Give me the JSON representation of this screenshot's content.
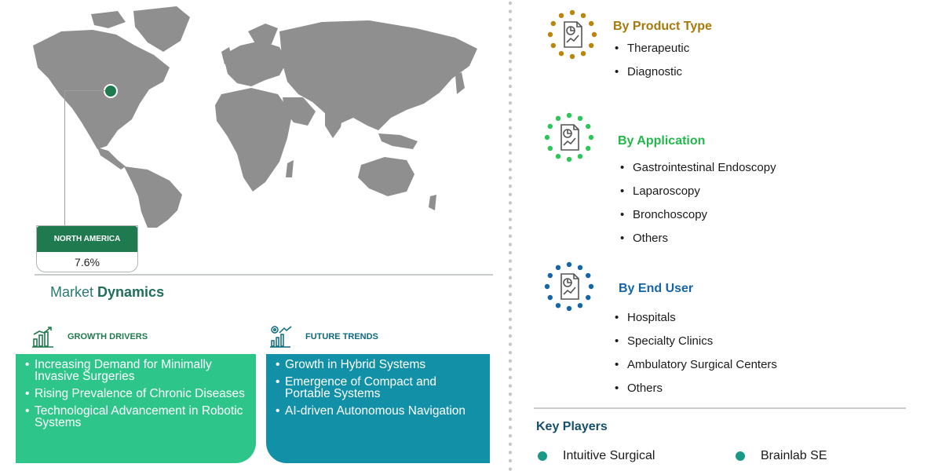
{
  "map": {
    "region": "NORTH AMERICA",
    "value": "7.6%",
    "marker_color": "#1f7a4f"
  },
  "market_dynamics": {
    "title_part1": "Market",
    "title_part2": "Dynamics"
  },
  "growth_drivers": {
    "title": "GROWTH DRIVERS",
    "icon": "bar-growth-icon",
    "items": [
      "Increasing Demand for Minimally Invasive Surgeries",
      "Rising Prevalence of Chronic Diseases",
      "Technological Advancement in Robotic Systems"
    ]
  },
  "future_trends": {
    "title": "FUTURE TRENDS",
    "icon": "trend-gears-icon",
    "items": [
      "Growth in Hybrid Systems",
      "Emergence of Compact and Portable Systems",
      "AI-driven Autonomous Navigation"
    ]
  },
  "segments": [
    {
      "title": "By Product Type",
      "color": "#b8860b",
      "items": [
        "Therapeutic",
        "Diagnostic"
      ]
    },
    {
      "title": "By Application",
      "color": "#2ec55a",
      "items": [
        "Gastrointestinal Endoscopy",
        "Laparoscopy",
        "Bronchoscopy",
        "Others"
      ]
    },
    {
      "title": "By End User",
      "color": "#1565a8",
      "items": [
        "Hospitals",
        "Specialty Clinics",
        "Ambulatory Surgical Centers",
        "Others"
      ]
    }
  ],
  "key_players": {
    "title": "Key Players",
    "items": [
      "Intuitive Surgical",
      "Brainlab SE"
    ]
  },
  "colors": {
    "green_card": "#2ec58a",
    "teal_card": "#1290a8",
    "map_land": "#8f8f8f"
  }
}
